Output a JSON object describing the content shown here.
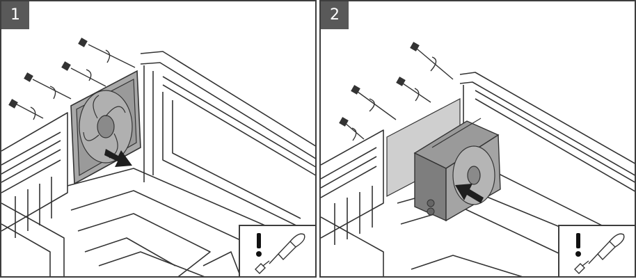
{
  "panels": [
    {
      "step": "1",
      "arrow_direction": "remove",
      "icons": [
        "caution-icon",
        "screwdriver-icon",
        "screw-icon"
      ]
    },
    {
      "step": "2",
      "arrow_direction": "install",
      "icons": [
        "caution-icon",
        "screwdriver-icon",
        "screw-icon"
      ]
    }
  ],
  "colors": {
    "line": "#333333",
    "fan_fill": "#9a9a9a",
    "fan_dark": "#7a7a7a",
    "badge": "#595959",
    "radiator": "#8a8a8a"
  }
}
